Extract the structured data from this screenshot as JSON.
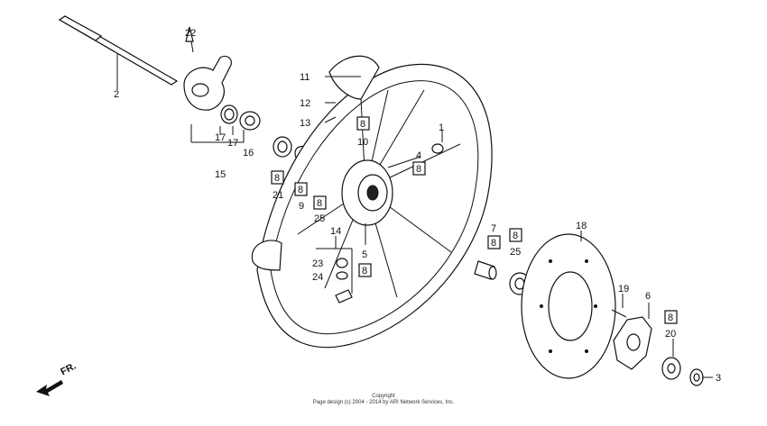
{
  "diagram": {
    "callouts": [
      {
        "id": "c1",
        "text": "1"
      },
      {
        "id": "c2",
        "text": "2"
      },
      {
        "id": "c3",
        "text": "3"
      },
      {
        "id": "c4",
        "text": "4"
      },
      {
        "id": "c5",
        "text": "5"
      },
      {
        "id": "c6",
        "text": "6"
      },
      {
        "id": "c7",
        "text": "7"
      },
      {
        "id": "c9",
        "text": "9"
      },
      {
        "id": "c10",
        "text": "10"
      },
      {
        "id": "c11",
        "text": "11"
      },
      {
        "id": "c12",
        "text": "12"
      },
      {
        "id": "c13",
        "text": "13"
      },
      {
        "id": "c14",
        "text": "14"
      },
      {
        "id": "c15",
        "text": "15"
      },
      {
        "id": "c16",
        "text": "16"
      },
      {
        "id": "c17a",
        "text": "17"
      },
      {
        "id": "c17b",
        "text": "17"
      },
      {
        "id": "c18",
        "text": "18"
      },
      {
        "id": "c19",
        "text": "19"
      },
      {
        "id": "c20",
        "text": "20"
      },
      {
        "id": "c21",
        "text": "21"
      },
      {
        "id": "c22",
        "text": "22"
      },
      {
        "id": "c23",
        "text": "23"
      },
      {
        "id": "c24",
        "text": "24"
      },
      {
        "id": "c25a",
        "text": "25"
      },
      {
        "id": "c25b",
        "text": "25"
      }
    ],
    "boxed_label": "8",
    "direction_label": "FR."
  },
  "copyright": {
    "line1": "Copyright",
    "line2": "Page design (c) 2004 - 2014 by ARI Network Services, Inc."
  }
}
